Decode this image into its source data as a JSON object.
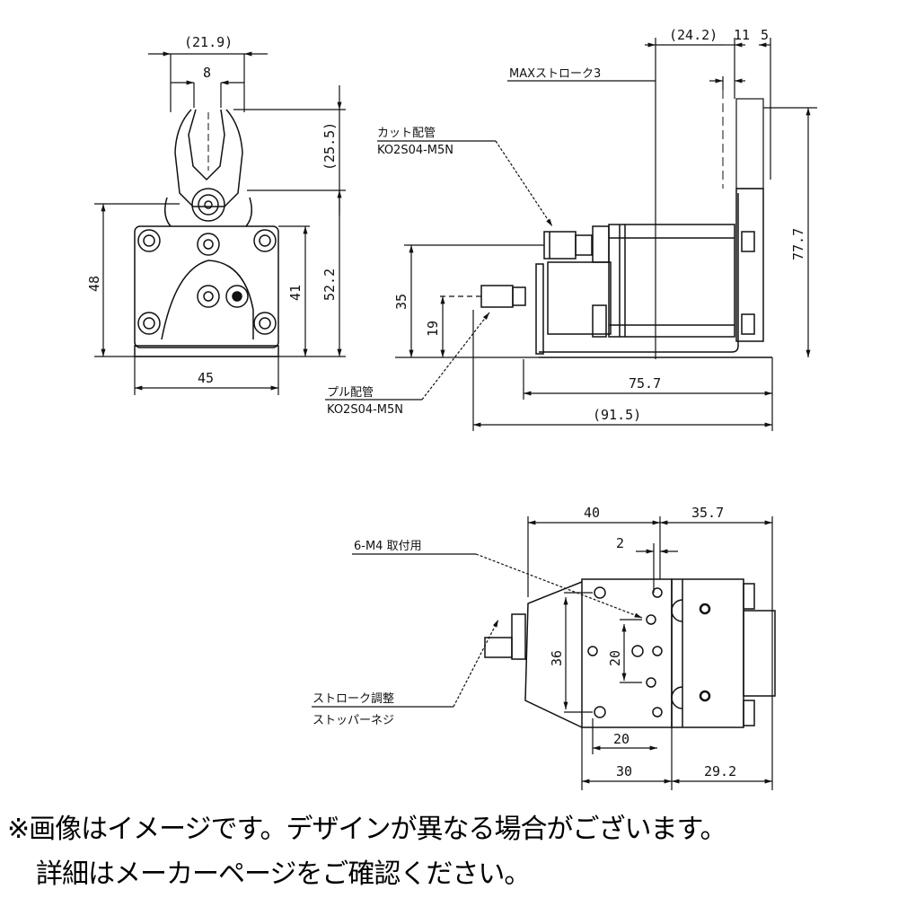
{
  "drawing": {
    "front_view": {
      "dims": {
        "top_width": "(21.9)",
        "finger_gap": "8",
        "finger_height": "(25.5)",
        "body_height": "48",
        "body_height_inner": "41",
        "total_height": "52.2",
        "base_width": "45"
      }
    },
    "side_view": {
      "labels": {
        "cut_port_title": "カット配管",
        "cut_port_part": "KO2S04-M5N",
        "pull_port_title": "プル配管",
        "pull_port_part": "KO2S04-M5N",
        "max_stroke": "MAXストローク3"
      },
      "dims": {
        "top_offset": "(24.2)",
        "top_11": "11",
        "top_5": "5",
        "height_35": "35",
        "height_19": "19",
        "height_77_7": "77.7",
        "length_75_7": "75.7",
        "length_91_5": "(91.5)"
      }
    },
    "top_view": {
      "labels": {
        "mount_holes": "6-M4 取付用",
        "stroke_adjust_1": "ストローク調整",
        "stroke_adjust_2": "ストッパーネジ"
      },
      "dims": {
        "top_40": "40",
        "top_35_7": "35.7",
        "offset_2": "2",
        "height_36": "36",
        "height_20": "20",
        "width_20": "20",
        "bottom_30": "30",
        "bottom_29_2": "29.2"
      }
    }
  },
  "footer": {
    "note_line1": "※画像はイメージです。デザインが異なる場合がございます。",
    "note_line2": "詳細はメーカーページをご確認ください。"
  },
  "colors": {
    "ink": "#111111",
    "background": "#ffffff"
  }
}
